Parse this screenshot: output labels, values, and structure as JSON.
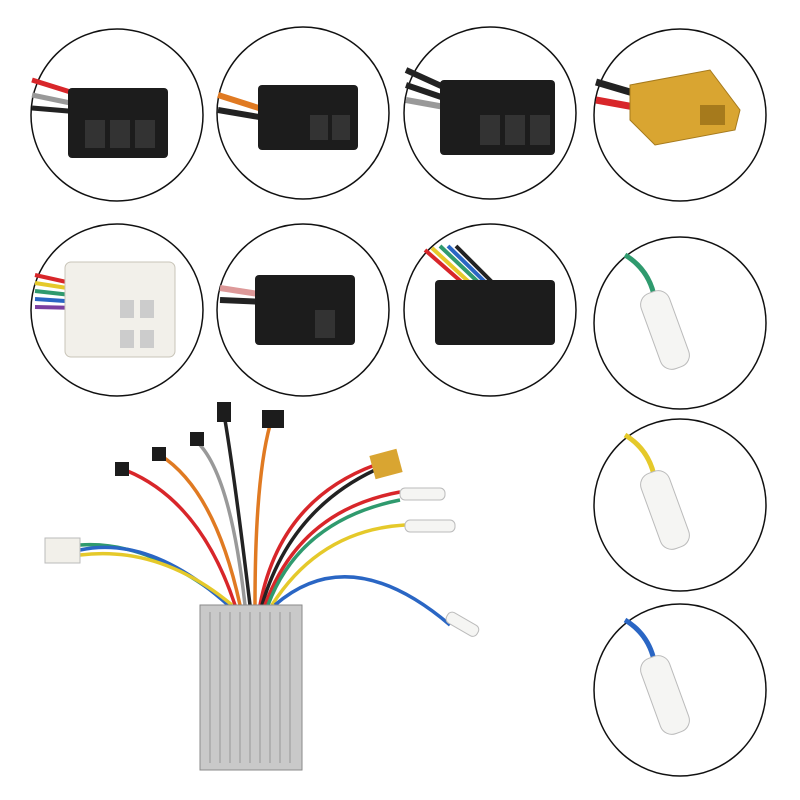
{
  "colors": {
    "background": "#ffffff",
    "circle_stroke": "#111111",
    "connector_black": "#1c1c1c",
    "connector_white": "#f2f0ea",
    "xt60_yellow": "#d9a531",
    "wire_red": "#d8262a",
    "wire_green": "#2f9a6e",
    "wire_yellow": "#e5c92a",
    "wire_blue": "#2a66c4",
    "wire_orange": "#e07a22",
    "wire_black": "#222222",
    "wire_gray": "#9a9a9a",
    "controller_silver": "#c9c9c9"
  },
  "items": [
    {
      "name": "3-pin-black-connector"
    },
    {
      "name": "2-pin-black-connector"
    },
    {
      "name": "3-pin-black-connector-b"
    },
    {
      "name": "xt60-yellow-connector"
    },
    {
      "name": "6-pin-white-connector"
    },
    {
      "name": "2-pin-black-connector-b"
    },
    {
      "name": "5-pin-black-connector"
    },
    {
      "name": "green-wire-bullet-connector"
    },
    {
      "name": "yellow-wire-bullet-connector"
    },
    {
      "name": "blue-wire-bullet-connector"
    }
  ]
}
